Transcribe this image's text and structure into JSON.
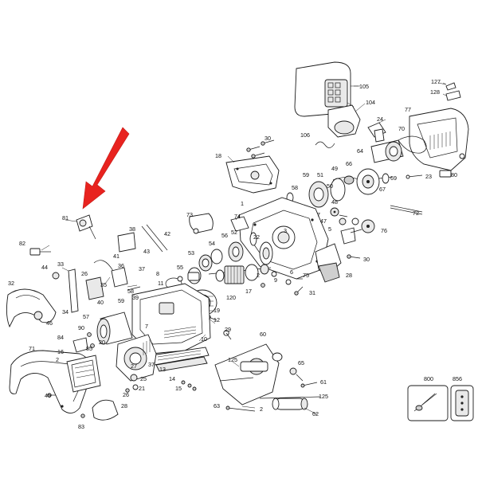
{
  "diagram": {
    "part_labels": [
      {
        "id": "p105",
        "text": "105"
      },
      {
        "id": "p127",
        "text": "127"
      },
      {
        "id": "p128",
        "text": "128"
      },
      {
        "id": "p104",
        "text": "104"
      },
      {
        "id": "p77",
        "text": "77"
      },
      {
        "id": "p24",
        "text": "24"
      },
      {
        "id": "p70",
        "text": "70"
      },
      {
        "id": "p106",
        "text": "106"
      },
      {
        "id": "p30a",
        "text": "30"
      },
      {
        "id": "p64",
        "text": "64"
      },
      {
        "id": "p18",
        "text": "18"
      },
      {
        "id": "p80",
        "text": "80"
      },
      {
        "id": "p23",
        "text": "23"
      },
      {
        "id": "p59",
        "text": "59"
      },
      {
        "id": "p51",
        "text": "51"
      },
      {
        "id": "p49",
        "text": "49"
      },
      {
        "id": "p66",
        "text": "66"
      },
      {
        "id": "p69",
        "text": "69"
      },
      {
        "id": "p50",
        "text": "50"
      },
      {
        "id": "p67",
        "text": "67"
      },
      {
        "id": "p58",
        "text": "58"
      },
      {
        "id": "p72",
        "text": "72"
      },
      {
        "id": "p1",
        "text": "1"
      },
      {
        "id": "p48",
        "text": "48"
      },
      {
        "id": "p73",
        "text": "73"
      },
      {
        "id": "p74",
        "text": "74"
      },
      {
        "id": "p7",
        "text": "7"
      },
      {
        "id": "p81",
        "text": "81"
      },
      {
        "id": "p47",
        "text": "47"
      },
      {
        "id": "p38",
        "text": "38"
      },
      {
        "id": "p42",
        "text": "42"
      },
      {
        "id": "p5",
        "text": "5"
      },
      {
        "id": "p76",
        "text": "76"
      },
      {
        "id": "p52",
        "text": "52"
      },
      {
        "id": "p22",
        "text": "22"
      },
      {
        "id": "p3",
        "text": "3"
      },
      {
        "id": "p82",
        "text": "82"
      },
      {
        "id": "p41",
        "text": "41"
      },
      {
        "id": "p56",
        "text": "56"
      },
      {
        "id": "p54",
        "text": "54"
      },
      {
        "id": "p43",
        "text": "43"
      },
      {
        "id": "p53",
        "text": "53"
      },
      {
        "id": "p30b",
        "text": "30"
      },
      {
        "id": "p44",
        "text": "44"
      },
      {
        "id": "p33",
        "text": "33"
      },
      {
        "id": "p36",
        "text": "36"
      },
      {
        "id": "p37",
        "text": "37"
      },
      {
        "id": "p55",
        "text": "55"
      },
      {
        "id": "p8",
        "text": "8"
      },
      {
        "id": "p28a",
        "text": "28"
      },
      {
        "id": "p26a",
        "text": "26"
      },
      {
        "id": "p11",
        "text": "11"
      },
      {
        "id": "p35",
        "text": "35"
      },
      {
        "id": "p34",
        "text": "34"
      },
      {
        "id": "p40",
        "text": "40"
      },
      {
        "id": "p39",
        "text": "39"
      },
      {
        "id": "p32",
        "text": "32"
      },
      {
        "id": "p9",
        "text": "9"
      },
      {
        "id": "p2a",
        "text": "2"
      },
      {
        "id": "p75",
        "text": "75"
      },
      {
        "id": "p6",
        "text": "6"
      },
      {
        "id": "p120",
        "text": "120"
      },
      {
        "id": "p17",
        "text": "17"
      },
      {
        "id": "p13",
        "text": "13"
      },
      {
        "id": "p31",
        "text": "31"
      },
      {
        "id": "p58b",
        "text": "58"
      },
      {
        "id": "p59b",
        "text": "59"
      },
      {
        "id": "p46",
        "text": "46"
      },
      {
        "id": "p57",
        "text": "57"
      },
      {
        "id": "p19",
        "text": "19"
      },
      {
        "id": "p84",
        "text": "84"
      },
      {
        "id": "p12",
        "text": "12"
      },
      {
        "id": "p90",
        "text": "90"
      },
      {
        "id": "p7b",
        "text": "7"
      },
      {
        "id": "p10",
        "text": "10"
      },
      {
        "id": "p29",
        "text": "29"
      },
      {
        "id": "p85",
        "text": "85"
      },
      {
        "id": "p20",
        "text": "20"
      },
      {
        "id": "p71",
        "text": "71"
      },
      {
        "id": "p16",
        "text": "16"
      },
      {
        "id": "p60",
        "text": "60"
      },
      {
        "id": "p2b",
        "text": "2"
      },
      {
        "id": "p125a",
        "text": "125"
      },
      {
        "id": "p65",
        "text": "65"
      },
      {
        "id": "p37b",
        "text": "37"
      },
      {
        "id": "p27",
        "text": "27"
      },
      {
        "id": "p25",
        "text": "25"
      },
      {
        "id": "p14",
        "text": "14"
      },
      {
        "id": "p26b",
        "text": "26"
      },
      {
        "id": "p21",
        "text": "21"
      },
      {
        "id": "p15",
        "text": "15"
      },
      {
        "id": "p61",
        "text": "61"
      },
      {
        "id": "p45",
        "text": "45"
      },
      {
        "id": "p125b",
        "text": "125"
      },
      {
        "id": "p83",
        "text": "83"
      },
      {
        "id": "p28b",
        "text": "28"
      },
      {
        "id": "p63",
        "text": "63"
      },
      {
        "id": "p2c",
        "text": "2"
      },
      {
        "id": "p62",
        "text": "62"
      },
      {
        "id": "p800",
        "text": "800"
      },
      {
        "id": "p856",
        "text": "856"
      }
    ],
    "highlight_arrow": {
      "color": "#e8231f",
      "points_to": "81"
    }
  }
}
